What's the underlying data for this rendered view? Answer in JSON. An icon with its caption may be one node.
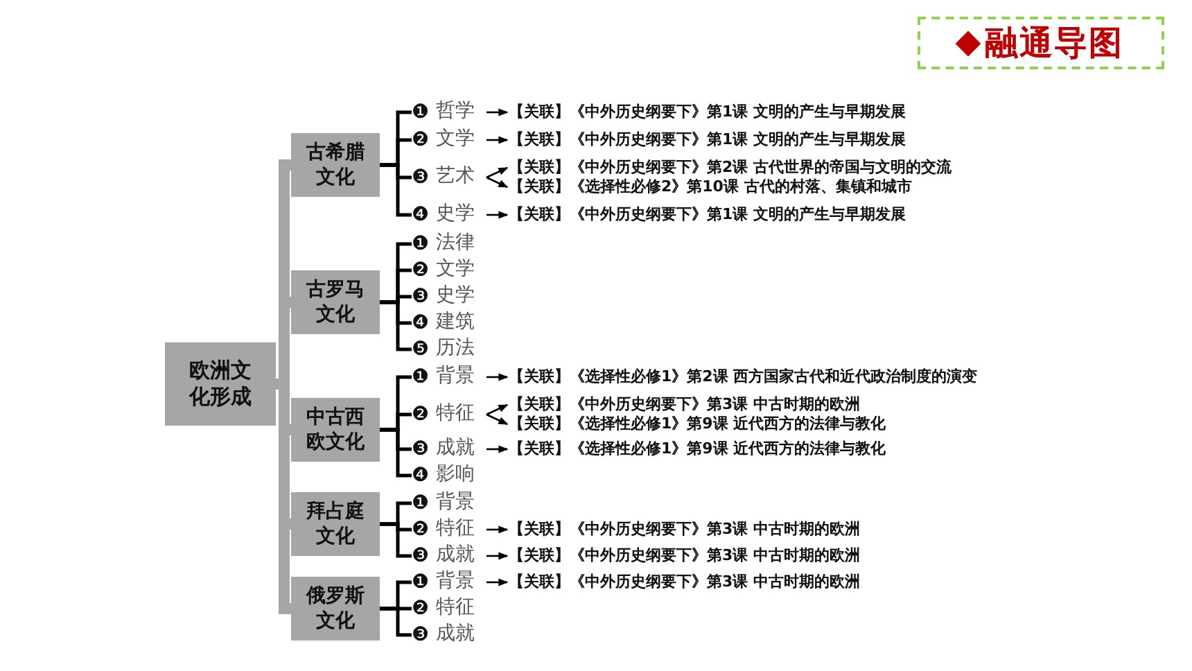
{
  "diagram": {
    "title": "融通导图",
    "nodes": [
      {
        "text": [
          "欧洲文化形成"
        ]
      },
      {
        "text": [
          "古希腊文化"
        ]
      },
      {
        "text": [
          "古罗马文化"
        ]
      },
      {
        "text": [
          "中古西欧文化"
        ]
      },
      {
        "text": [
          "拜占庭文化"
        ]
      },
      {
        "text": [
          "俄罗斯文化"
        ]
      },
      {
        "text": [
          "❶",
          "哲学"
        ]
      },
      {
        "text": [
          "【关联】《中外历史纲要下》第1课 文明的产生与早期发展"
        ]
      },
      {
        "text": [
          "❷",
          "文学"
        ]
      },
      {
        "text": [
          "【关联】《中外历史纲要下》第1课 文明的产生与早期发展"
        ]
      },
      {
        "text": [
          "❸",
          "艺术"
        ]
      },
      {
        "text": [
          "【关联】《中外历史纲要下》第2课 古代世界的帝国与文明的交流"
        ]
      },
      {
        "text": [
          "【关联】《选择性必修2》第10课 古代的村落、集镇和城市"
        ]
      },
      {
        "text": [
          "❹",
          "史学"
        ]
      },
      {
        "text": [
          "【关联】《中外历史纲要下》第1课 文明的产生与早期发展"
        ]
      },
      {
        "text": [
          "❶",
          "法律"
        ]
      },
      {
        "text": [
          "❷",
          "文学"
        ]
      },
      {
        "text": [
          "❸",
          "史学"
        ]
      },
      {
        "text": [
          "❹",
          "建筑"
        ]
      },
      {
        "text": [
          "❺",
          "历法"
        ]
      },
      {
        "text": [
          "❶",
          "背景"
        ]
      },
      {
        "text": [
          "【关联】《选择性必修1》第2课 西方国家古代和近代政治制度的演变"
        ]
      },
      {
        "text": [
          "❷",
          "特征"
        ]
      },
      {
        "text": [
          "【关联】《中外历史纲要下》第3课 中古时期的欧洲"
        ]
      },
      {
        "text": [
          "【关联】《选择性必修1》第9课 近代西方的法律与教化"
        ]
      },
      {
        "text": [
          "❸",
          "成就"
        ]
      },
      {
        "text": [
          "【关联】《选择性必修1》第9课 近代西方的法律与教化"
        ]
      },
      {
        "text": [
          "❹",
          "影响"
        ]
      },
      {
        "text": [
          "❶",
          "背景"
        ]
      },
      {
        "text": [
          "❷",
          "特征"
        ]
      },
      {
        "text": [
          "【关联】《中外历史纲要下》第3课 中古时期的欧洲"
        ]
      },
      {
        "text": [
          "❸",
          "成就"
        ]
      },
      {
        "text": [
          "【关联】《中外历史纲要下》第3课 中古时期的欧洲"
        ]
      },
      {
        "text": [
          "❶",
          "背景"
        ]
      },
      {
        "text": [
          "【关联】《中外历史纲要下》第3课 中古时期的欧洲"
        ]
      },
      {
        "text": [
          "❷",
          "特征"
        ]
      },
      {
        "text": [
          "❸",
          "成就"
        ]
      }
    ],
    "edges": [
      {
        "from": 0,
        "to": 1,
        "arrow": "none",
        "style": "thick",
        "color": "#a6a6a6"
      },
      {
        "from": 0,
        "to": 2,
        "arrow": "none",
        "style": "thick",
        "color": "#a6a6a6"
      },
      {
        "from": 0,
        "to": 3,
        "arrow": "none",
        "style": "thick",
        "color": "#a6a6a6"
      },
      {
        "from": 0,
        "to": 4,
        "arrow": "none",
        "style": "thick",
        "color": "#a6a6a6"
      },
      {
        "from": 0,
        "to": 5,
        "arrow": "none",
        "style": "thick",
        "color": "#a6a6a6"
      },
      {
        "from": 1,
        "to": 6,
        "arrow": "none"
      },
      {
        "from": 1,
        "to": 8,
        "arrow": "none"
      },
      {
        "from": 1,
        "to": 10,
        "arrow": "none"
      },
      {
        "from": 1,
        "to": 13,
        "arrow": "none"
      },
      {
        "from": 2,
        "to": 15,
        "arrow": "none"
      },
      {
        "from": 2,
        "to": 16,
        "arrow": "none"
      },
      {
        "from": 2,
        "to": 17,
        "arrow": "none"
      },
      {
        "from": 2,
        "to": 18,
        "arrow": "none"
      },
      {
        "from": 2,
        "to": 19,
        "arrow": "none"
      },
      {
        "from": 3,
        "to": 20,
        "arrow": "none"
      },
      {
        "from": 3,
        "to": 22,
        "arrow": "none"
      },
      {
        "from": 3,
        "to": 25,
        "arrow": "none"
      },
      {
        "from": 3,
        "to": 27,
        "arrow": "none"
      },
      {
        "from": 4,
        "to": 28,
        "arrow": "none"
      },
      {
        "from": 4,
        "to": 29,
        "arrow": "none"
      },
      {
        "from": 4,
        "to": 31,
        "arrow": "none"
      },
      {
        "from": 5,
        "to": 33,
        "arrow": "none"
      },
      {
        "from": 5,
        "to": 35,
        "arrow": "none"
      },
      {
        "from": 5,
        "to": 36,
        "arrow": "none"
      },
      {
        "from": 6,
        "to": 7,
        "arrow": "to"
      },
      {
        "from": 8,
        "to": 9,
        "arrow": "to"
      },
      {
        "from": 10,
        "to": 11,
        "arrow": "to"
      },
      {
        "from": 10,
        "to": 12,
        "arrow": "to"
      },
      {
        "from": 13,
        "to": 14,
        "arrow": "to"
      },
      {
        "from": 20,
        "to": 21,
        "arrow": "to"
      },
      {
        "from": 22,
        "to": 23,
        "arrow": "to"
      },
      {
        "from": 22,
        "to": 24,
        "arrow": "to"
      },
      {
        "from": 25,
        "to": 26,
        "arrow": "to"
      },
      {
        "from": 29,
        "to": 30,
        "arrow": "to"
      },
      {
        "from": 31,
        "to": 32,
        "arrow": "to"
      },
      {
        "from": 33,
        "to": 34,
        "arrow": "to"
      }
    ]
  }
}
